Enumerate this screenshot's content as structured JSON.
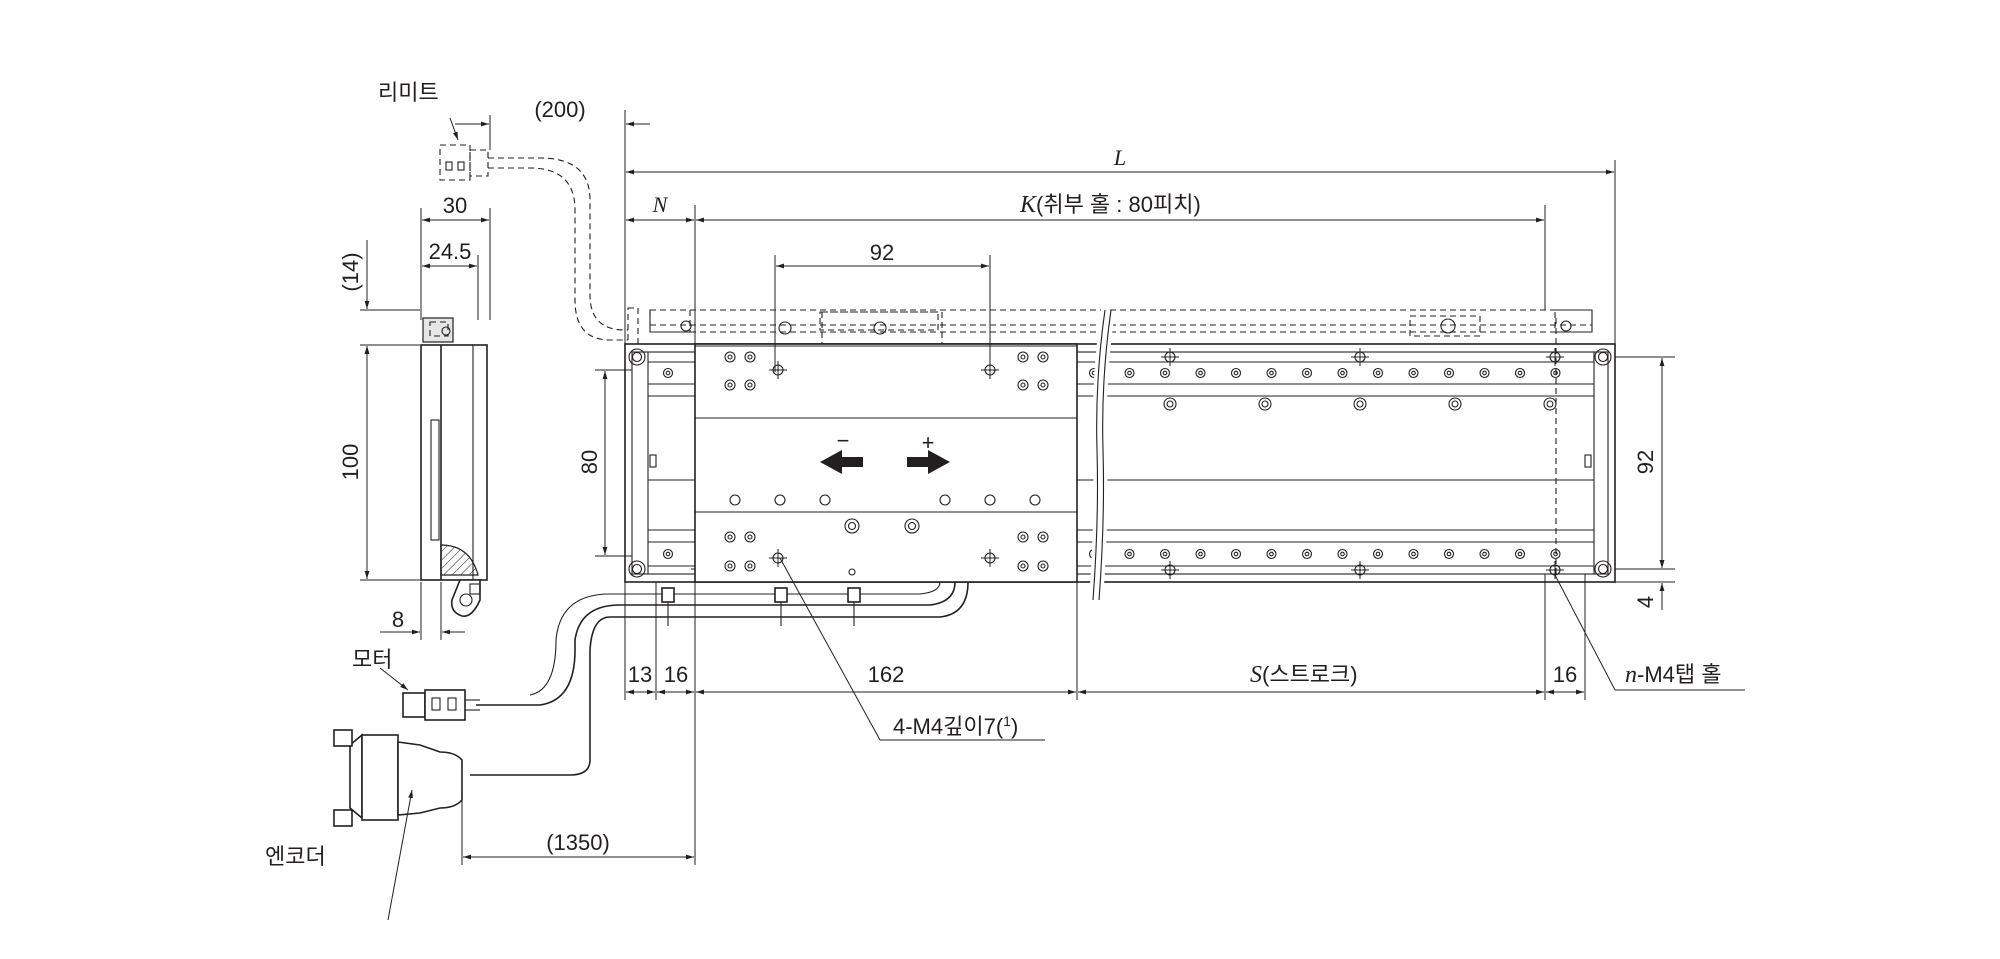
{
  "labels": {
    "limit": "리미트",
    "motor": "모터",
    "encoder": "엔코더",
    "cable_top": "(200)",
    "cable_bottom": "(1350)",
    "overall_length": "L",
    "end_offset": "N",
    "mount_pitch_var": "K",
    "mount_pitch_text": "(취부 홀 : 80피치)",
    "table_hole_pitch": "92",
    "side_width": "30",
    "side_width_inner": "24.5",
    "side_top_offset": "(14)",
    "side_height": "100",
    "side_bottom_offset": "8",
    "body_height": "80",
    "rail_pitch": "92",
    "rail_edge": "4",
    "bottom_dim_13": "13",
    "bottom_dim_16_left": "16",
    "table_length": "162",
    "stroke_var": "S",
    "stroke_text": "(스트로크)",
    "bottom_dim_16_right": "16",
    "tap_var": "n",
    "tap_text": "-M4탭 홀",
    "table_tap": "4-M4깊이7(",
    "table_tap_sup": "1",
    "table_tap_close": ")",
    "minus_sign": "−",
    "plus_sign": "+"
  }
}
